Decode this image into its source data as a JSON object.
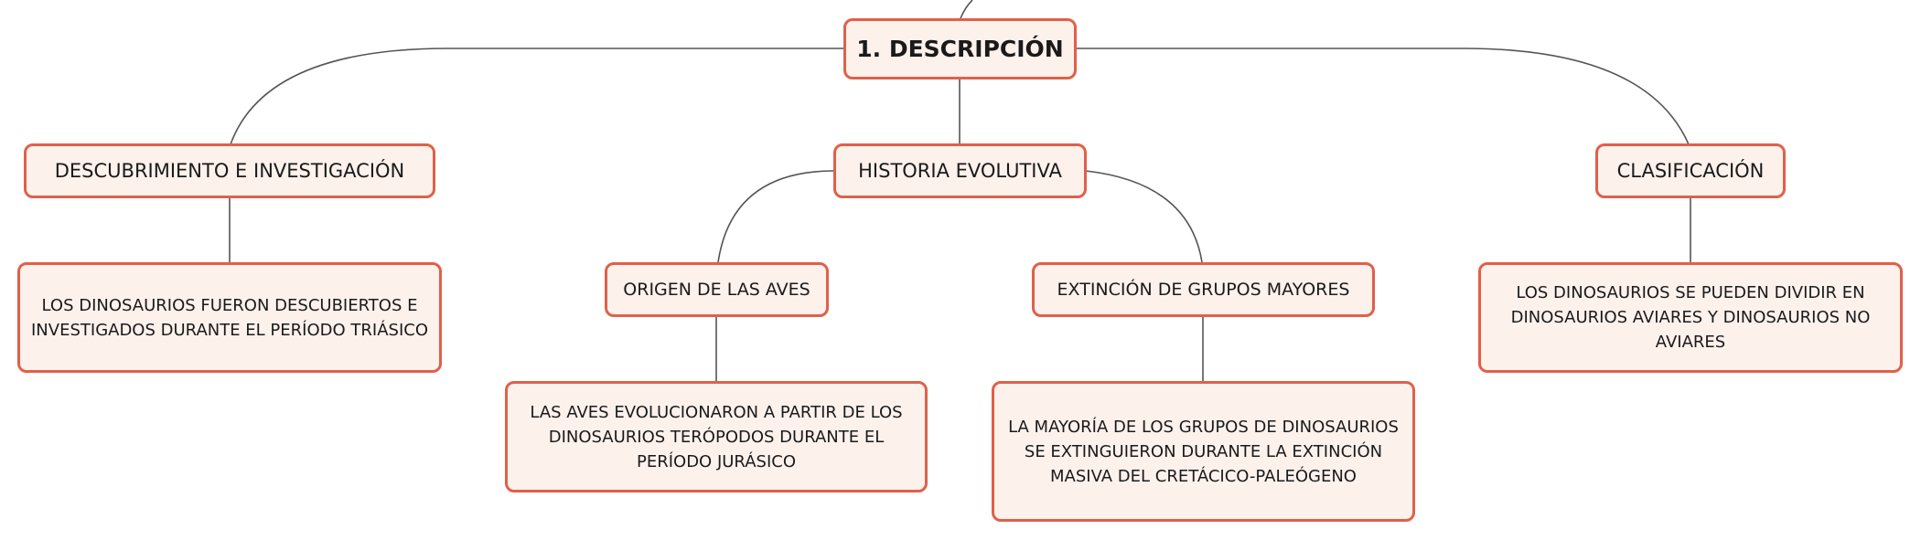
{
  "root": {
    "label": "1. DESCRIPCIÓN"
  },
  "branches": {
    "discovery": {
      "label": "DESCUBRIMIENTO E INVESTIGACIÓN",
      "detail": "LOS DINOSAURIOS FUERON DESCUBIERTOS E INVESTIGADOS DURANTE EL PERÍODO TRIÁSICO"
    },
    "evolution": {
      "label": "HISTORIA EVOLUTIVA",
      "birds": {
        "label": "ORIGEN DE LAS AVES",
        "detail": "LAS AVES EVOLUCIONARON A PARTIR DE LOS DINOSAURIOS TERÓPODOS DURANTE EL PERÍODO JURÁSICO"
      },
      "extinction": {
        "label": "EXTINCIÓN DE GRUPOS MAYORES",
        "detail": "LA MAYORÍA DE LOS GRUPOS DE DINOSAURIOS SE EXTINGUIERON DURANTE LA EXTINCIÓN MASIVA DEL CRETÁCICO-PALEÓGENO"
      }
    },
    "classification": {
      "label": "CLASIFICACIÓN",
      "detail": "LOS DINOSAURIOS SE PUEDEN DIVIDIR EN DINOSAURIOS AVIARES Y DINOSAURIOS NO AVIARES"
    }
  },
  "colors": {
    "border": "#e0604a",
    "fill": "#fdf1ec",
    "connector": "#555555"
  }
}
